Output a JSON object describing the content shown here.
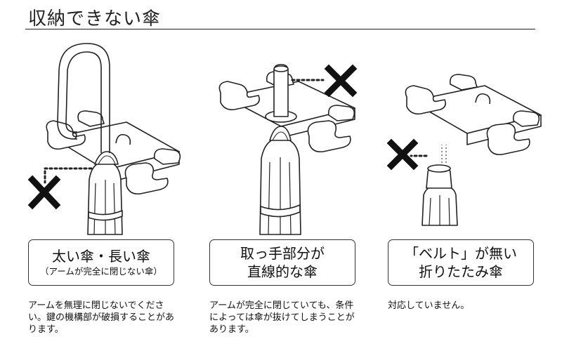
{
  "page": {
    "title": "収納できない傘"
  },
  "items": [
    {
      "caption_main": "太い傘・長い傘",
      "caption_sub": "（アームが完全に閉じない傘）",
      "note": "アームを無理に閉じないでください。鍵の機構部が破損することがあります。"
    },
    {
      "caption_main": "取っ手部分が",
      "caption_main2": "直線的な傘",
      "note": "アームが完全に閉じていても、条件によっては傘が抜けてしまうことがあります。"
    },
    {
      "caption_main": "「ベルト」が無い",
      "caption_main2": "折りたたみ傘",
      "note": "対応していません。"
    }
  ]
}
